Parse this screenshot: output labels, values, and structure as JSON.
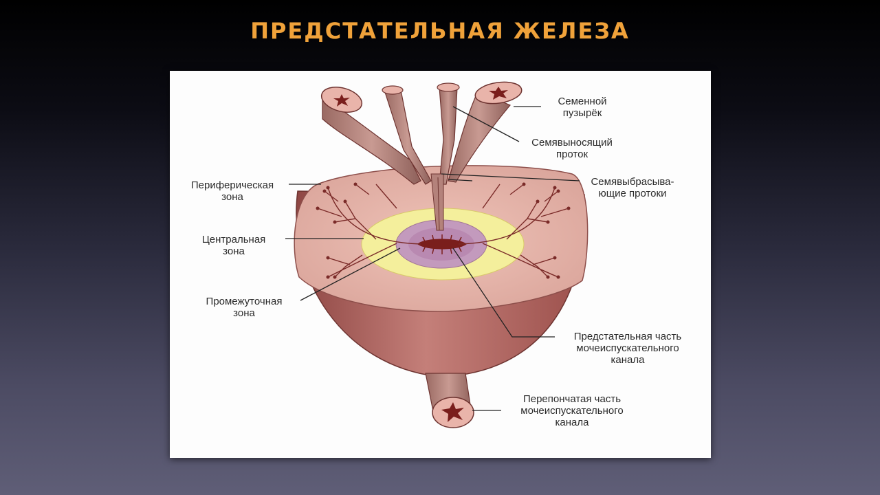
{
  "title": "ПРЕДСТАТЕЛЬНАЯ ЖЕЛЕЗА",
  "labels": {
    "seminal_vesicle": {
      "line1": "Семенной",
      "line2": "пузырёк"
    },
    "vas_deferens": {
      "line1": "Семявыносящий",
      "line2": "проток"
    },
    "ejaculatory_ducts": {
      "line1": "Семявыбрасыва-",
      "line2": "ющие протоки"
    },
    "peripheral_zone": {
      "line1": "Периферическая",
      "line2": "зона"
    },
    "central_zone": {
      "line1": "Центральная",
      "line2": "зона"
    },
    "transition_zone": {
      "line1": "Промежуточная",
      "line2": "зона"
    },
    "prostatic_urethra": {
      "line1": "Предстательная часть",
      "line2": "мочеиспускательного",
      "line3": "канала"
    },
    "membranous_urethra": {
      "line1": "Перепончатая часть",
      "line2": "мочеиспускательного",
      "line3": "канала"
    }
  },
  "colors": {
    "title": "#f0a23a",
    "gland_outer": "#b66c68",
    "gland_cut": "#e8b7ad",
    "central_zone": "#f4ef9c",
    "transition_zone": "#c39abd",
    "urethra": "#7a1e1c",
    "ducts": "#7a2a28"
  }
}
